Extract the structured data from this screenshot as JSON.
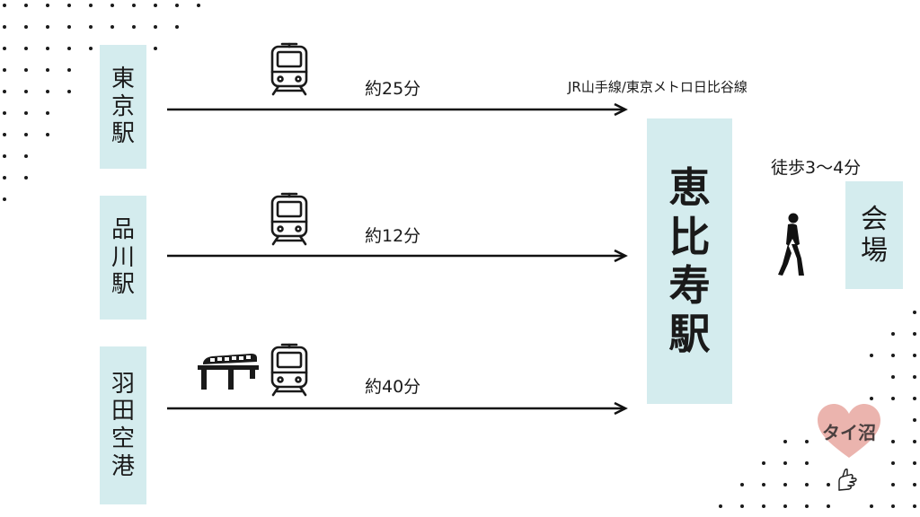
{
  "origins": [
    {
      "chars": [
        "東",
        "京",
        "駅"
      ],
      "time": "約25分"
    },
    {
      "chars": [
        "品",
        "川",
        "駅"
      ],
      "time": "約12分"
    },
    {
      "chars": [
        "羽",
        "田",
        "空",
        "港"
      ],
      "time": "約40分"
    }
  ],
  "line_info": "JR山手線/東京メトロ日比谷線",
  "destination": {
    "chars": [
      "恵",
      "比",
      "寿",
      "駅"
    ]
  },
  "walk": "徒歩3〜4分",
  "venue": {
    "chars": [
      "会",
      "場"
    ]
  },
  "watermark": "タイ沼",
  "colors": {
    "box": "#d4ecee",
    "arrow": "#111111",
    "heart": "#e8a7a0"
  },
  "icons": [
    "train-icon",
    "monorail-icon",
    "walking-person-icon",
    "heart-logo-icon"
  ]
}
